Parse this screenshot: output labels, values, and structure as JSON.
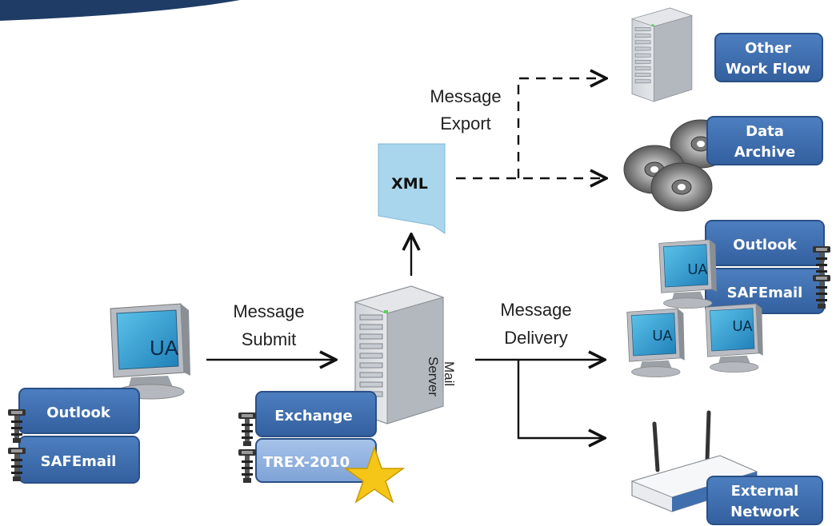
{
  "labels": {
    "message": "Message",
    "export": "Export",
    "submit": "Submit",
    "delivery": "Delivery",
    "mail": "Mail",
    "server": "Server",
    "xml": "XML"
  },
  "ua": {
    "main": "UA",
    "client1": "UA",
    "client2": "UA",
    "client3": "UA"
  },
  "boxes": {
    "outlook_left": "Outlook",
    "safemail_left": "SAFEmail",
    "exchange": "Exchange",
    "trex": "TREX-2010",
    "outlook_right": "Outlook",
    "safemail_right": "SAFEmail",
    "other_line1": "Other",
    "other_line2": "Work Flow",
    "data_line1": "Data",
    "data_line2": "Archive",
    "external_line1": "External",
    "external_line2": "Network"
  },
  "colors": {
    "box_fill": "#3f6fae",
    "box_border": "#2a4f86",
    "box_light": "#8fb1e0",
    "xml_fill": "#a9d6ec",
    "screen_fill": "#3aa7d6",
    "star": "#f5c518",
    "header_band": "#1f3c66"
  },
  "icons": [
    "monitor-icon",
    "server-icon",
    "document-icon",
    "disc-icon",
    "router-icon",
    "padlock-icon",
    "star-icon"
  ]
}
